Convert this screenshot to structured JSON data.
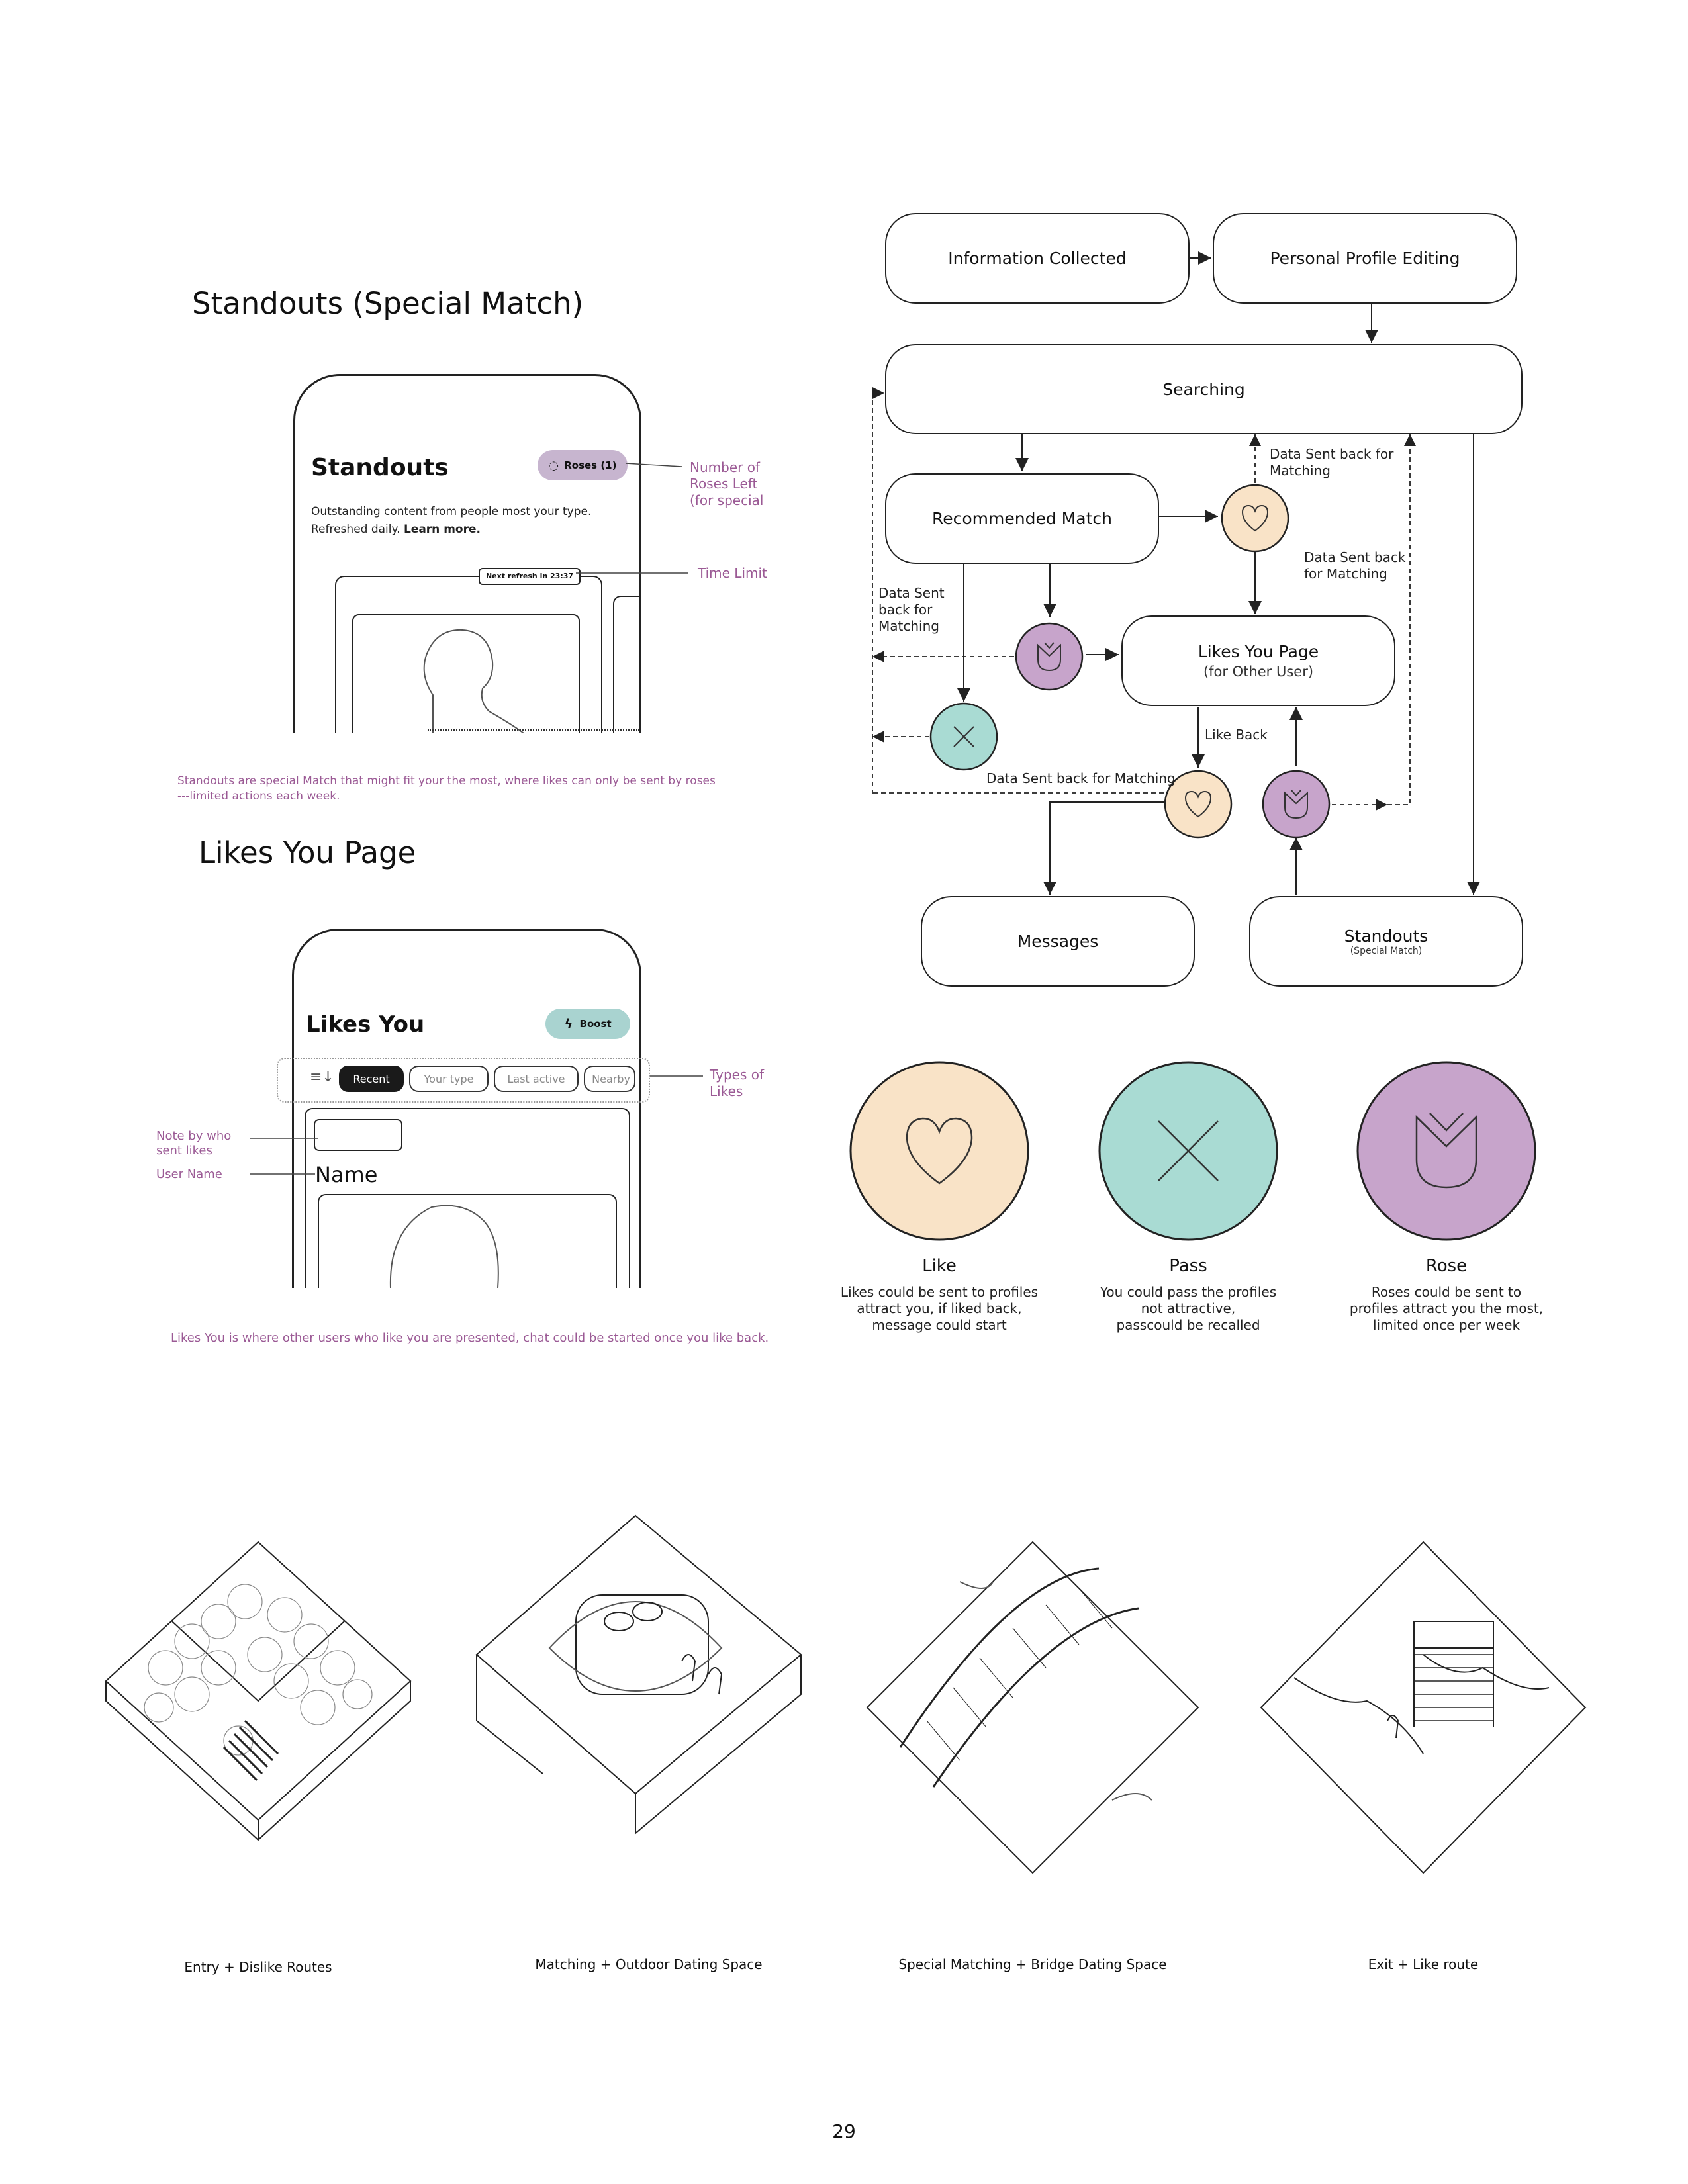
{
  "standouts": {
    "heading": "Standouts (Special Match)",
    "phone_title": "Standouts",
    "roses_badge": "Roses (1)",
    "subtitle_line1": "Outstanding content from people most your type.",
    "subtitle_line2_plain": "Refreshed daily. ",
    "subtitle_line2_link": "Learn more.",
    "refresh_label": "Next refresh in 23:37",
    "annotation_roses": "Number of\nRoses Left\n(for special",
    "annotation_time": "Time Limit",
    "note_line1": "Standouts are special Match that might fit your the most, where likes can only be sent by roses",
    "note_line2": "---limited actions each week."
  },
  "likes_you": {
    "heading": "Likes You Page",
    "phone_title": "Likes You",
    "boost_label": "Boost",
    "tabs": [
      "Recent",
      "Your type",
      "Last active",
      "Nearby"
    ],
    "active_tab": "Recent",
    "annotation_types": "Types of\nLikes",
    "annotation_note": "Note by who\nsent likes",
    "annotation_user": "User Name",
    "name_label": "Name",
    "footer_note": "Likes You is where other users who like you are presented, chat could be started once you like back."
  },
  "flow": {
    "nodes": {
      "info_collected": "Information Collected",
      "profile_editing": "Personal Profile Editing",
      "searching": "Searching",
      "recommended_match": "Recommended Match",
      "likes_you_page": "Likes You Page",
      "likes_you_page_sub": "(for Other User)",
      "messages": "Messages",
      "standouts": "Standouts",
      "standouts_sub": "(Special Match)"
    },
    "labels": {
      "data_sent_top": "Data Sent back for\nMatching",
      "data_sent_right": "Data Sent back\nfor Matching",
      "data_sent_left": "Data Sent\nback for\nMatching",
      "like_back": "Like Back",
      "data_sent_bottom": "Data Sent back for Matching"
    }
  },
  "legend": [
    {
      "icon": "heart-icon",
      "title": "Like",
      "desc": "Likes could be sent to profiles\nattract you, if liked back,\nmessage could start",
      "color": "#f9e3c7"
    },
    {
      "icon": "x-icon",
      "title": "Pass",
      "desc": "You could pass the profiles\nnot attractive,\npasscould be recalled",
      "color": "#a9dbd3"
    },
    {
      "icon": "rose-icon",
      "title": "Rose",
      "desc": "Roses could be sent to\nprofiles attract you the most,\nlimited once per week",
      "color": "#c7a4cb"
    }
  ],
  "colors": {
    "like": "#f9e3c7",
    "pass": "#a9dbd3",
    "rose": "#c7a4cb",
    "annotation": "#9b5a95",
    "boost": "#a9d3d0"
  },
  "captions": [
    "Entry + Dislike Routes",
    "Matching + Outdoor Dating Space",
    "Special Matching + Bridge Dating Space",
    "Exit + Like route"
  ],
  "page_number": "29"
}
